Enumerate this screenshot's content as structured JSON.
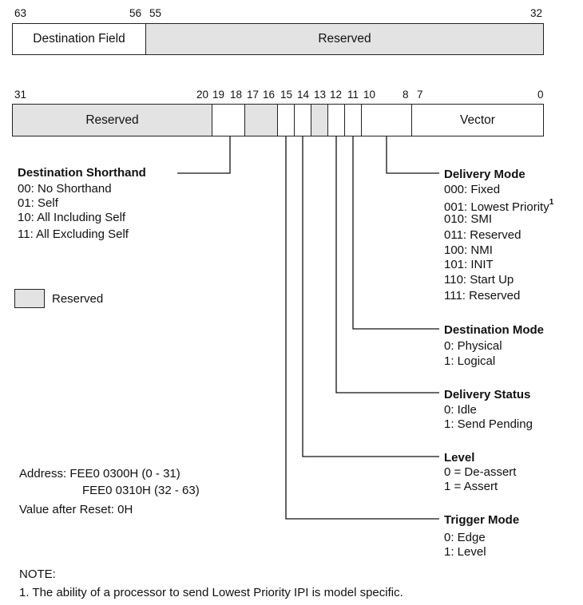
{
  "upper_register": {
    "bit_labels": [
      "63",
      "56",
      "55",
      "32"
    ],
    "fields": [
      "Destination Field",
      "Reserved"
    ]
  },
  "lower_register": {
    "bit_labels": [
      "31",
      "20",
      "19",
      "18",
      "17",
      "16",
      "15",
      "14",
      "13",
      "12",
      "11",
      "10",
      "8",
      "7",
      "0"
    ],
    "fields": [
      "Reserved",
      "Vector"
    ]
  },
  "destination_shorthand": {
    "title": "Destination Shorthand",
    "options": [
      "00: No Shorthand",
      "01: Self",
      "10: All Including Self",
      "11: All Excluding Self"
    ]
  },
  "legend": {
    "label": "Reserved"
  },
  "delivery_mode": {
    "title": "Delivery Mode",
    "options": [
      "000: Fixed",
      "001: Lowest Priority",
      "010: SMI",
      "011: Reserved",
      "100: NMI",
      "101: INIT",
      "110: Start Up",
      "111: Reserved"
    ],
    "footnote_mark": "1"
  },
  "destination_mode": {
    "title": "Destination Mode",
    "options": [
      "0: Physical",
      "1: Logical"
    ]
  },
  "delivery_status": {
    "title": "Delivery Status",
    "options": [
      "0: Idle",
      "1: Send Pending"
    ]
  },
  "level": {
    "title": "Level",
    "options": [
      "0 = De-assert",
      "1 = Assert"
    ]
  },
  "trigger_mode": {
    "title": "Trigger Mode",
    "options": [
      "0: Edge",
      "1: Level"
    ]
  },
  "address": {
    "line1": "Address: FEE0 0300H (0 - 31)",
    "line2": "FEE0 0310H (32 - 63)",
    "reset": "Value after Reset: 0H"
  },
  "note": {
    "title": "NOTE:",
    "text": "1. The ability of a processor to send Lowest Priority IPI is model specific."
  }
}
